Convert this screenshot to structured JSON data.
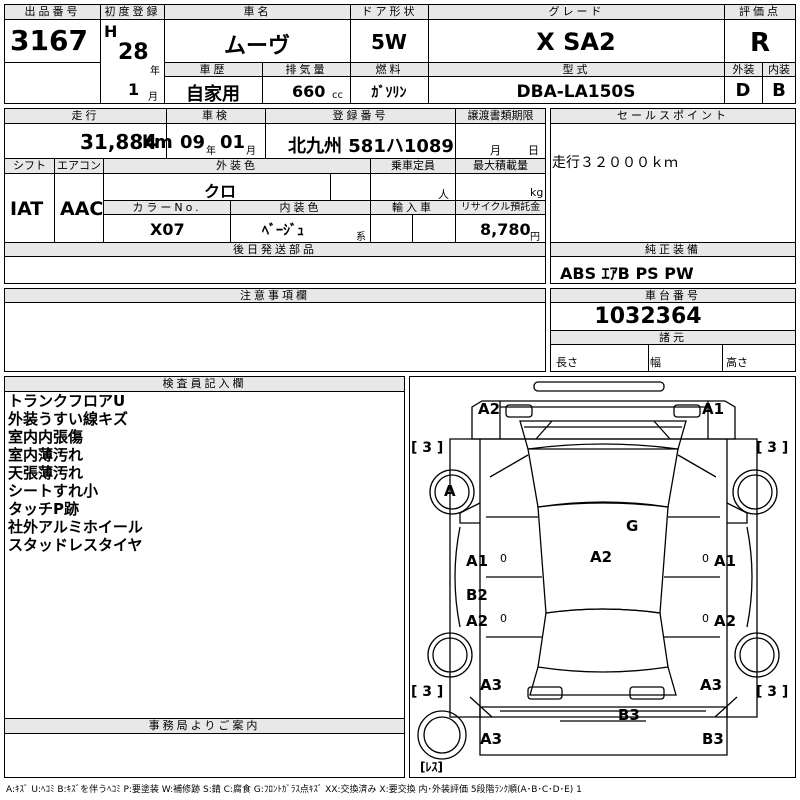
{
  "header": {
    "lot_label": "出品番号",
    "lot_no": "3167",
    "first_reg_label": "初度登録",
    "era": "H",
    "year": "28",
    "year_unit": "年",
    "month": "1",
    "month_unit": "月",
    "car_name_label": "車名",
    "car_name": "ムーヴ",
    "door_label": "ドア形状",
    "door": "5W",
    "grade_label": "グレード",
    "grade": "X SA2",
    "score_label": "評価点",
    "score": "R",
    "history_label": "車歴",
    "history": "自家用",
    "displacement_label": "排気量",
    "displacement": "660",
    "cc_unit": "cc",
    "fuel_label": "燃料",
    "fuel": "ｶﾞｿﾘﾝ",
    "model_label": "型式",
    "model": "DBA-LA150S",
    "exterior_label": "外装",
    "exterior": "D",
    "interior_label": "内装",
    "interior": "B"
  },
  "mid": {
    "mileage_label": "走行",
    "mileage": "31,884",
    "km_unit": "km",
    "inspection_label": "車検",
    "insp_year": "09",
    "insp_year_unit": "年",
    "insp_month": "01",
    "insp_month_unit": "月",
    "plate_label": "登録番号",
    "plate": "北九州 581ハ1089",
    "transfer_label": "譲渡書類期限",
    "transfer_month": "月",
    "transfer_day": "日",
    "shift_label": "シフト",
    "shift": "IAT",
    "ac_label": "エアコン",
    "ac": "AAC",
    "ext_color_label": "外装色",
    "ext_color": "クロ",
    "capacity_label": "乗車定員",
    "capacity_unit": "人",
    "maxload_label": "最大積載量",
    "maxload_unit": "kg",
    "color_no_label": "カラーNo.",
    "color_no": "X07",
    "int_color_label": "内装色",
    "int_color": "ﾍﾞｰｼﾞｭ",
    "int_color_suffix": "系",
    "import_label": "輸入車",
    "recycle_label": "リサイクル預託金",
    "recycle": "8,780",
    "recycle_unit": "円",
    "later_parts_label": "後日発送部品",
    "sales_label": "セールスポイント",
    "sales_text": "走行３２０００ｋｍ",
    "equip_label": "純正装備",
    "equip": "ABS ｴｱB PS PW",
    "notes_label": "注意事項欄",
    "chassis_label": "車台番号",
    "chassis": "1032364",
    "spec_label": "諸元",
    "len_label": "長さ",
    "width_label": "幅",
    "height_label": "高さ"
  },
  "inspector": {
    "label": "検査員記入欄",
    "remarks": [
      "トランクフロアU",
      "外装うすい線キズ",
      "室内内張傷",
      "室内薄汚れ",
      "天張薄汚れ",
      "シートすれ小",
      "タッチP跡",
      "社外アルミホイール",
      "スタッドレスタイヤ"
    ],
    "office_label": "事務局よりご案内"
  },
  "diagram": {
    "marks": {
      "a2_tl": "A2",
      "a1_tr": "A1",
      "a_lf": "A",
      "g": "G",
      "a1_l": "A1",
      "a2_c": "A2",
      "a1_r": "A1",
      "b2_l": "B2",
      "a2_lr": "A2",
      "a2_rr": "A2",
      "a3_l": "A3",
      "a3_r": "A3",
      "b3_c": "B3",
      "a3_bl": "A3",
      "b3_br": "B3",
      "zero1": "0",
      "zero2": "0",
      "zero3": "0",
      "zero4": "0"
    },
    "tires": {
      "fl": "[ 3 ]",
      "fr": "[ 3 ]",
      "rl": "[ 3 ]",
      "rr": "[ 3 ]",
      "spare": "[ﾚｽ]"
    }
  },
  "legend": "A:ｷｽﾞ U:ﾍｺﾐ B:ｷｽﾞを伴うﾍｺﾐ P:要塗装 W:補修跡 S:錆 C:腐食 G:ﾌﾛﾝﾄｶﾞﾗｽ点ｷｽﾞ XX:交換済み X:要交換 内･外装評価 5段階ﾗﾝｸ順(A･B･C･D･E) 1"
}
